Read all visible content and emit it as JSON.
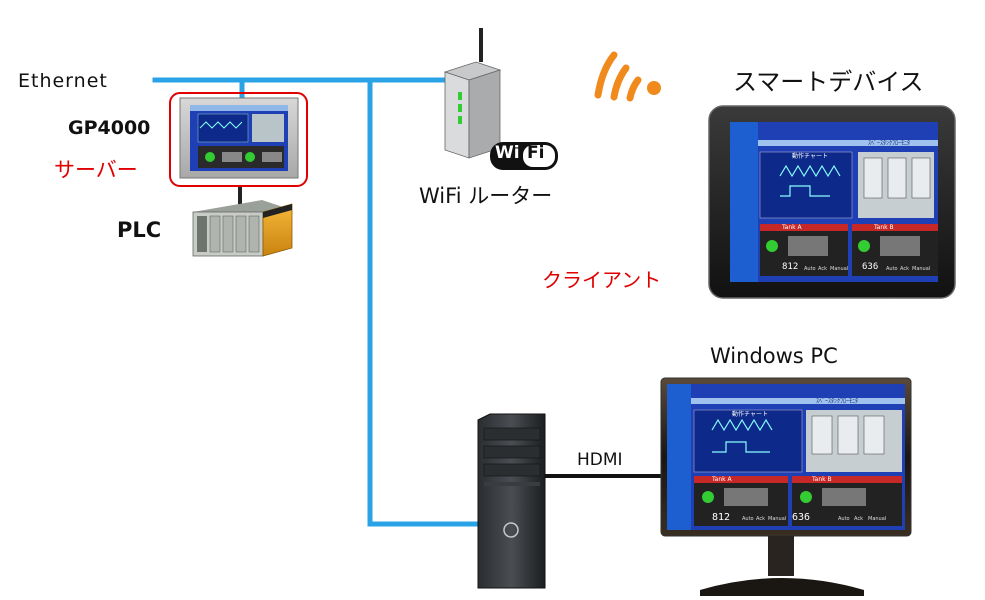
{
  "labels": {
    "ethernet": "Ethernet",
    "gp4000": "GP4000",
    "server": "サーバー",
    "plc": "PLC",
    "wifi_logo_wi": "Wi",
    "wifi_logo_fi": "Fi",
    "wifi_router": "WiFi ルーター",
    "smart_device": "スマートデバイス",
    "client": "クライアント",
    "windows_pc": "Windows PC",
    "hdmi": "HDMI"
  },
  "screen": {
    "title": "ｽﾍﾟｰｽﾀﾝｸﾌﾛｰﾓﾆﾀ",
    "chart_title": "動作チャート",
    "tank_a": "Tank A",
    "tank_b": "Tank B",
    "value_a": "812",
    "value_b": "636",
    "btn_auto": "Auto",
    "btn_ack": "Ack",
    "btn_manual": "Manual"
  },
  "colors": {
    "ethernet_line": "#2aa3e6",
    "server_highlight": "#e00000",
    "signal": "#f08a1c",
    "screen_bg": "#1f3fb5"
  }
}
